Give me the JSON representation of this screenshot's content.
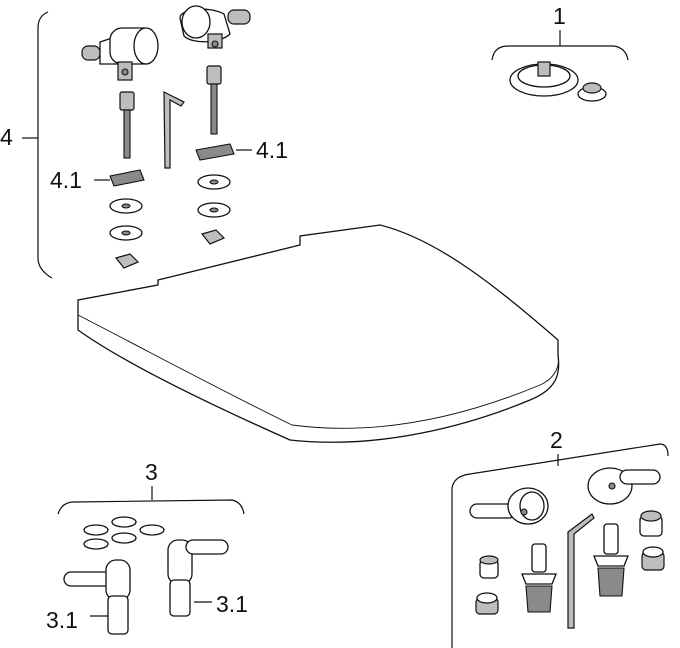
{
  "labels": {
    "group_1": "1",
    "group_2": "2",
    "group_3": "3",
    "group_4": "4",
    "part_4_1_left": "4.1",
    "part_4_1_right": "4.1",
    "part_3_1_left": "3.1",
    "part_3_1_right": "3.1"
  },
  "colors": {
    "line": "#111111",
    "metal_light": "#bdbdbd",
    "metal_dark": "#8a8a8a",
    "background": "#ffffff"
  }
}
